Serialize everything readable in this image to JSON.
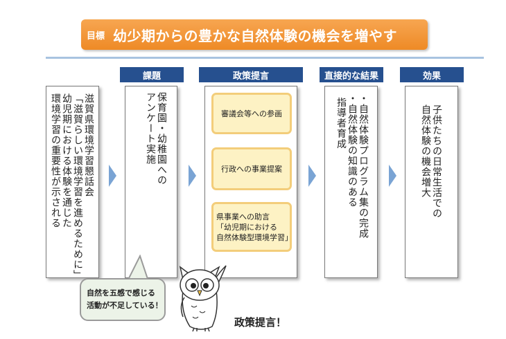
{
  "goal": {
    "tag": "目標",
    "title": "幼少期からの豊かな自然体験の機会を増やす"
  },
  "columns": {
    "issue": "課題",
    "policy": "政策提言",
    "direct_result": "直接的な結果",
    "effect": "効果"
  },
  "background_text": "滋賀県環境学習懇話会\n「滋賀らしい環境学習を進めるために」\n幼児期における体験を通じた\n環境学習の重要性が示される",
  "issue_text": "保育園・幼稚園への\nアンケート実施",
  "policy_items": [
    "審議会等への参画",
    "行政への事業提案",
    "県事業への助言\n「幼児期における\n自然体験型環境学習」"
  ],
  "direct_result_text": "・自然体験プログラム集の完成\n・自然体験の知識のある\n 指導者育成",
  "effect_text": "子供たちの日常生活での\n自然体験の機会増大",
  "bubble_lines": [
    "自然を五感で感じる",
    "活動が不足している！"
  ],
  "slogan": "政策提言！",
  "colors": {
    "banner": "#ee8a26",
    "header": "#26508f",
    "arrow": "#7aa4d4",
    "policy_fill": "#fdf2c4",
    "policy_border": "#f3cd7a",
    "bubble_fill": "#ecf3e8"
  }
}
